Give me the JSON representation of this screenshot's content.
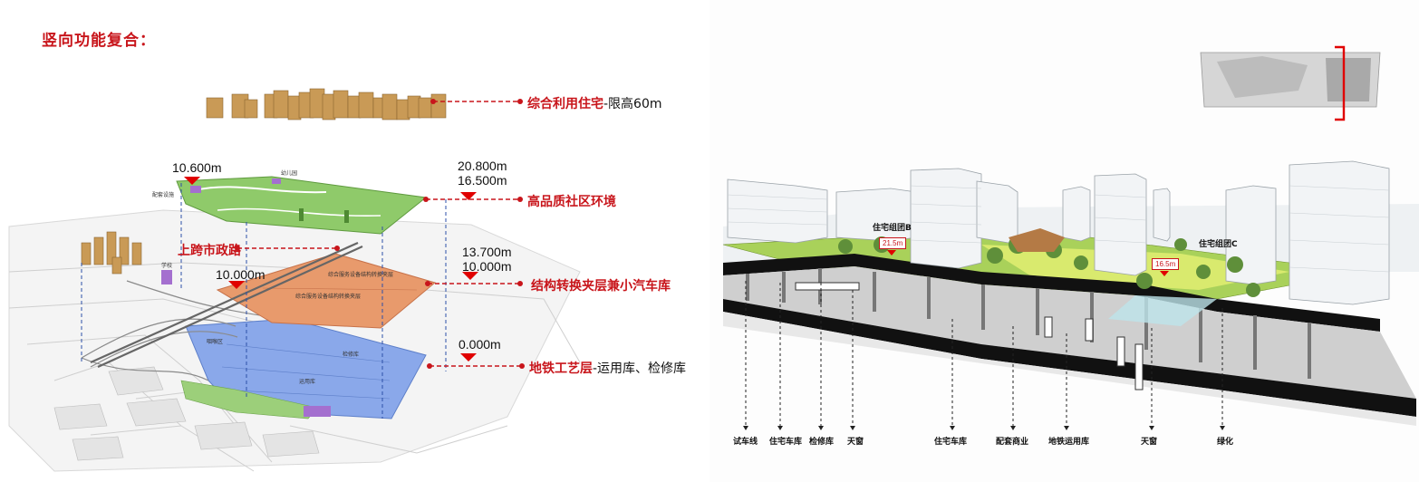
{
  "left": {
    "title": "竖向功能复合：",
    "elevations": {
      "e10600": "10.600m",
      "e20800": "20.800m",
      "e16500": "16.500m",
      "e13700": "13.700m",
      "e10000a": "10.000m",
      "e10000b": "10.000m",
      "e0000": "0.000m"
    },
    "labels": {
      "housing_main": "综合利用住宅",
      "housing_sub": "-限高60m",
      "community": "高品质社区环境",
      "road": "上跨市政路",
      "transfer": "结构转换夹层兼小汽车库",
      "metro_main": "地铁工艺层",
      "metro_sub": "-运用库、检修库"
    },
    "small": {
      "kindergarten": "幼儿园",
      "facility": "配套设施",
      "school": "学校",
      "transfer1": "综合服务设备结构转换夹层",
      "transfer2": "综合服务设备结构转换夹层",
      "throat": "咽喉区",
      "inspection": "检修库",
      "operation": "运用库"
    }
  },
  "right": {
    "groupB": "住宅组团B",
    "groupC": "住宅组团C",
    "heightB": "21.5m",
    "heightC": "16.5m",
    "bottom_labels": [
      "试车线",
      "住宅车库",
      "检修库",
      "天窗",
      "住宅车库",
      "配套商业",
      "地铁运用库",
      "天窗",
      "绿化"
    ]
  },
  "colors": {
    "accent_red": "#c8151b",
    "metro_blue": "#8aa8ea",
    "transfer_orange": "#e89a6c",
    "green_roof": "#8fca6a",
    "building_tan": "#c99a56"
  }
}
